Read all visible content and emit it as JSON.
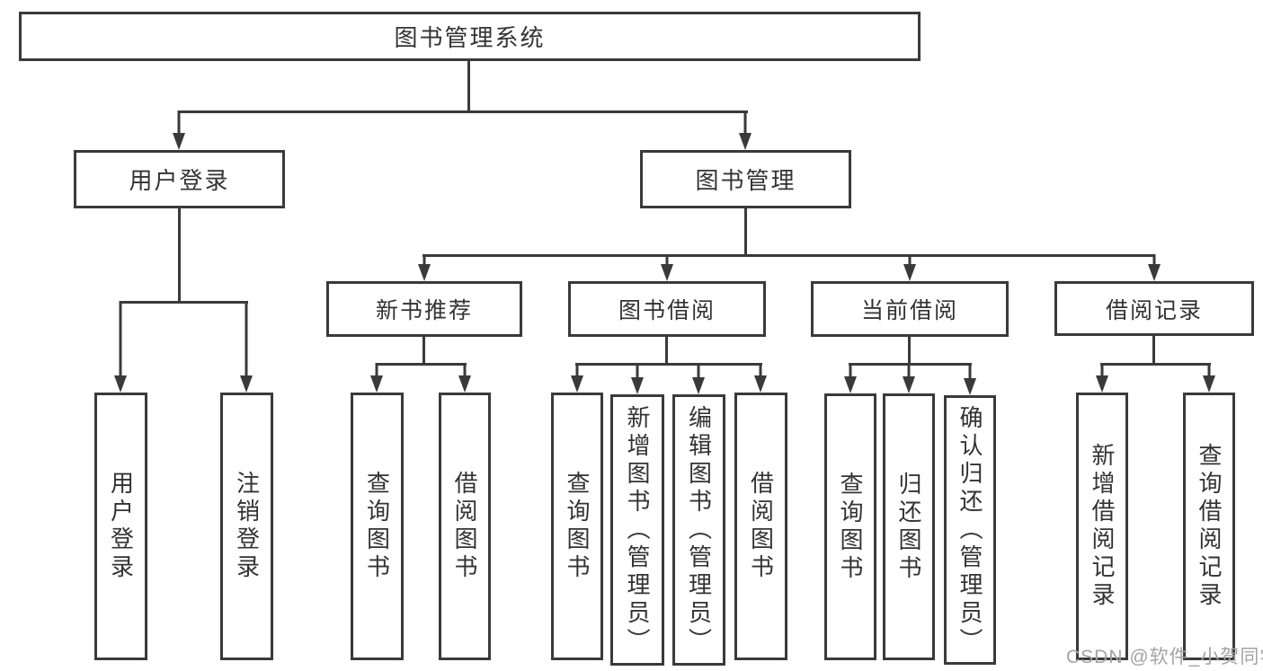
{
  "diagram": {
    "root": {
      "label": "图书管理系统"
    },
    "user_login": {
      "label": "用户登录",
      "children": [
        {
          "label": "用户登录"
        },
        {
          "label": "注销登录"
        }
      ]
    },
    "book_mgmt": {
      "label": "图书管理",
      "branches": [
        {
          "label": "新书推荐",
          "children": [
            {
              "label": "查询图书"
            },
            {
              "label": "借阅图书"
            }
          ]
        },
        {
          "label": "图书借阅",
          "children": [
            {
              "label": "查询图书"
            },
            {
              "label": "新增图书（管理员）"
            },
            {
              "label": "编辑图书（管理员）"
            },
            {
              "label": "借阅图书"
            }
          ]
        },
        {
          "label": "当前借阅",
          "children": [
            {
              "label": "查询图书"
            },
            {
              "label": "归还图书"
            },
            {
              "label": "确认归还（管理员）"
            }
          ]
        },
        {
          "label": "借阅记录",
          "children": [
            {
              "label": "新增借阅记录"
            },
            {
              "label": "查询借阅记录"
            }
          ]
        }
      ]
    },
    "watermark": "CSDN @软件_小贺同学",
    "colors": {
      "line": "#3a3a3a",
      "text": "#333333",
      "watermark": "#a3a3a3",
      "background": "#ffffff"
    }
  }
}
